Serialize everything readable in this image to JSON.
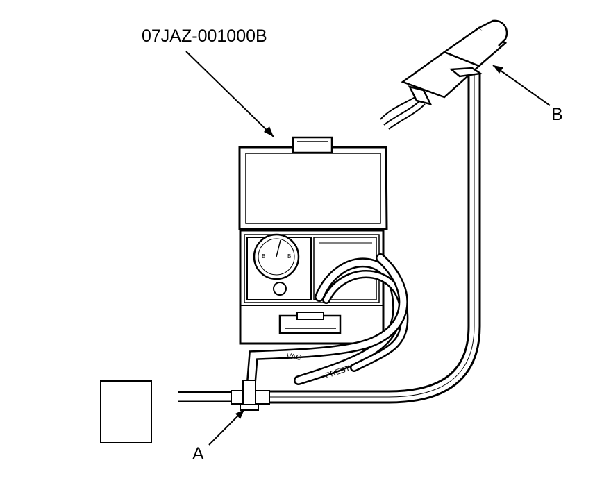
{
  "figure": {
    "tool_part_number": "07JAZ-001000B",
    "callout_a": "A",
    "callout_b": "B",
    "hose_label_pressure": "PREST",
    "hose_label_vacuum": "VAC",
    "gauge_scale_left": "B",
    "gauge_scale_right": "B"
  }
}
